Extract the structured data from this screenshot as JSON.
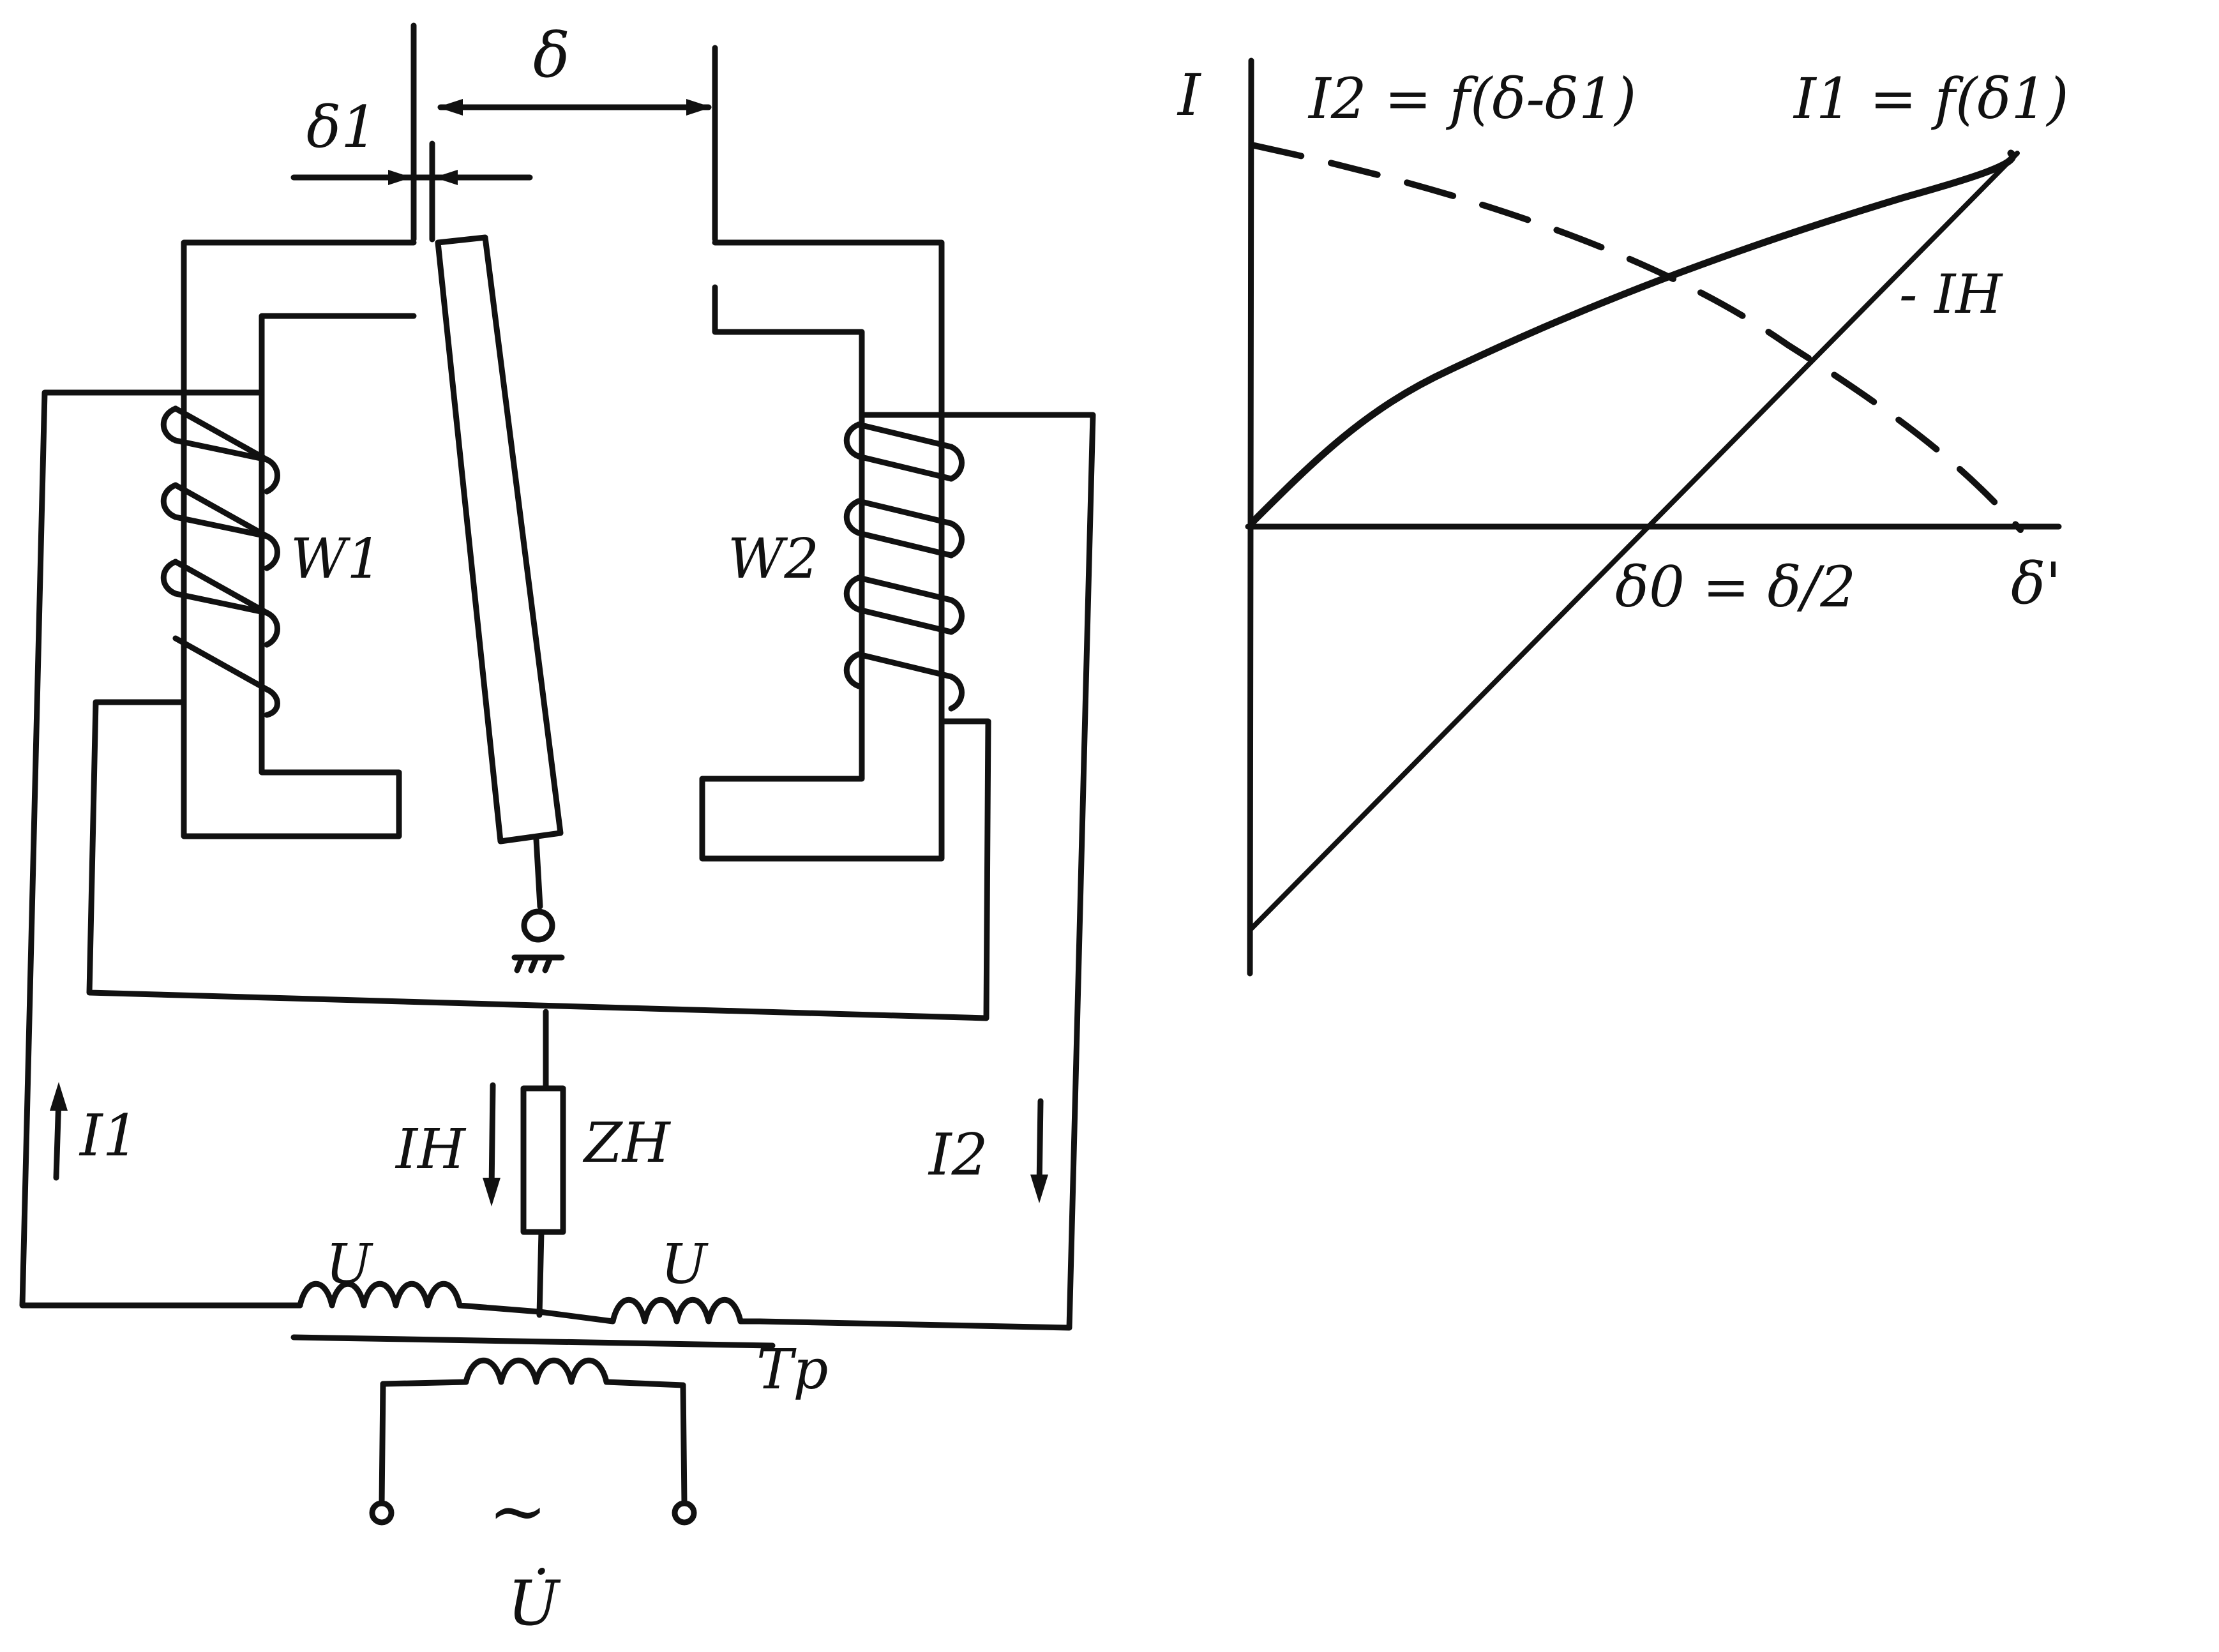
{
  "diagram": {
    "delta": "δ",
    "delta1": "δ1",
    "w1": "W1",
    "w2": "W2",
    "i1": "I1",
    "i2": "I2",
    "ih": "IН",
    "zh": "ZН",
    "u_left": "U",
    "u_right": "U",
    "tp": "Tp",
    "source_symbol": "~",
    "source_voltage": "U̇"
  },
  "graph": {
    "y_axis_label": "I",
    "x_axis_label": "δ'",
    "curve_i2_label": "I2 = f(δ-δ1)",
    "curve_i1_label": "I1 = f(δ1)",
    "curve_ih_label": "- IН",
    "delta0_label": "δ0 = δ/2"
  },
  "colors": {
    "ink": "#111111",
    "background": "#ffffff"
  }
}
